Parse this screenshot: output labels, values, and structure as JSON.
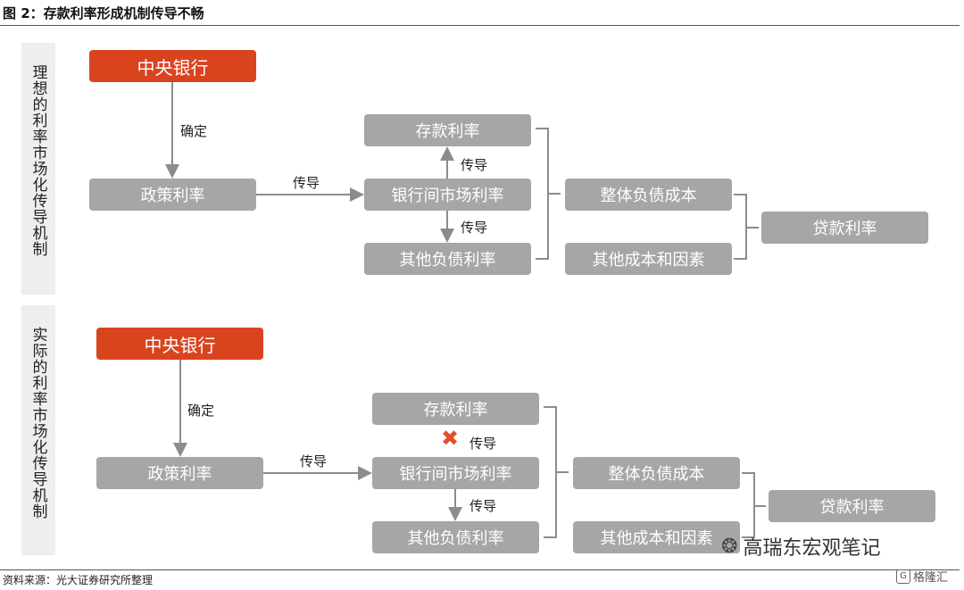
{
  "figure_title": "图 2：存款利率形成机制传导不畅",
  "source_note": "资料来源：光大证券研究所整理",
  "panels": [
    {
      "side_label": "理想的利率市场化传导机制",
      "central_bank": "中央银行",
      "confirm_label": "确定",
      "policy_rate": "政策利率",
      "transmit_label": "传导",
      "deposit_rate": "存款利率",
      "interbank_rate": "银行间市场利率",
      "other_liability_rate": "其他负债利率",
      "up_transmit_label": "传导",
      "down_transmit_label": "传导",
      "overall_cost": "整体负债成本",
      "other_factors": "其他成本和因素",
      "loan_rate": "贷款利率"
    },
    {
      "side_label": "实际的利率市场化传导机制",
      "central_bank": "中央银行",
      "confirm_label": "确定",
      "policy_rate": "政策利率",
      "transmit_label": "传导",
      "deposit_rate": "存款利率",
      "interbank_rate": "银行间市场利率",
      "other_liability_rate": "其他负债利率",
      "up_transmit_label": "传导",
      "down_transmit_label": "传导",
      "overall_cost": "整体负债成本",
      "other_factors": "其他成本和因素",
      "loan_rate": "贷款利率"
    }
  ],
  "blocked_marker": "✖",
  "watermark": {
    "icon": "wechat-icon",
    "text": "高瑞东宏观笔记",
    "logo_text": "格隆汇"
  },
  "colors": {
    "accent_red": "#d9441f",
    "box_gray": "#a6a6a6",
    "line_gray": "#8c8c8c",
    "blocked_red": "#e0502a"
  }
}
